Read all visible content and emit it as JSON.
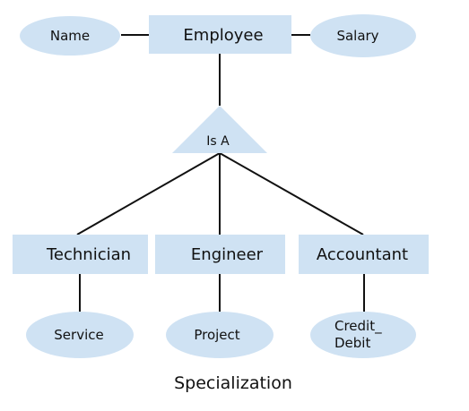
{
  "diagram": {
    "caption": "Specialization",
    "superclass": {
      "label": "Employee",
      "attributes": [
        "Name",
        "Salary"
      ]
    },
    "relationship": {
      "label": "Is A"
    },
    "subclasses": [
      {
        "label": "Technician",
        "attribute": "Service"
      },
      {
        "label": "Engineer",
        "attribute": "Project"
      },
      {
        "label": "Accountant",
        "attribute_lines": [
          "Credit_",
          "Debit"
        ]
      }
    ],
    "colors": {
      "shape_fill": "#cfe2f3",
      "line": "#111111",
      "text": "#111111",
      "background": "#ffffff"
    }
  }
}
